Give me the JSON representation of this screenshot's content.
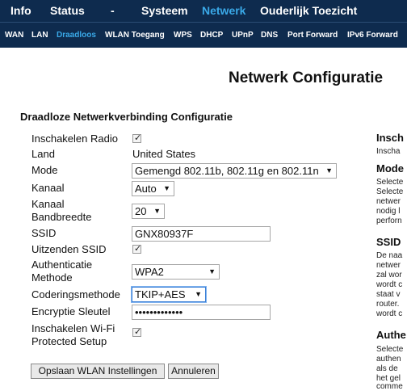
{
  "topnav": {
    "items": [
      "Info",
      "Status",
      "-",
      "Systeem",
      "Netwerk",
      "Ouderlijk Toezicht"
    ]
  },
  "subnav": {
    "items": [
      "WAN",
      "LAN",
      "Draadloos",
      "WLAN Toegang",
      "WPS",
      "DHCP",
      "UPnP",
      "DNS",
      "Port Forward",
      "IPv6 Forward"
    ]
  },
  "page_title": "Netwerk Configuratie",
  "section_title": "Draadloze Netwerkverbinding Configuratie",
  "form": {
    "radio_label": "Inschakelen Radio",
    "land_label": "Land",
    "land_value": "United States",
    "mode_label": "Mode",
    "mode_value": "Gemengd 802.11b, 802.11g en 802.11n",
    "kanaal_label": "Kanaal",
    "kanaal_value": "Auto",
    "bandbreedte_label_1": "Kanaal",
    "bandbreedte_label_2": "Bandbreedte",
    "bandbreedte_value": "20",
    "ssid_label": "SSID",
    "ssid_value": "GNX80937F",
    "uitzenden_label": "Uitzenden SSID",
    "auth_label_1": "Authenticatie",
    "auth_label_2": "Methode",
    "auth_value": "WPA2",
    "codering_label": "Coderingsmethode",
    "codering_value": "TKIP+AES",
    "sleutel_label": "Encryptie Sleutel",
    "sleutel_value": "•••••••••••••",
    "wps_label_1": "Inschakelen Wi-Fi",
    "wps_label_2": "Protected Setup"
  },
  "buttons": {
    "save": "Opslaan WLAN Instellingen",
    "cancel": "Annuleren"
  },
  "sidebar": {
    "h1": "Insch",
    "t1": "Inscha",
    "h2": "Mode",
    "t2": [
      "Selecte",
      "Selecte",
      "netwer",
      "nodig l",
      "perforn"
    ],
    "h3": "SSID",
    "t3": [
      "De naa",
      "netwer",
      "zal wor",
      "wordt c",
      "staat v",
      "router.",
      "wordt c"
    ],
    "h4": "Authe",
    "t4": [
      "Selecte",
      "authen",
      "als de",
      "het gel",
      "comme"
    ]
  },
  "icons": {
    "checkbox": "checkmark-icon",
    "dropdown": "triangle-down-icon"
  },
  "colors": {
    "nav_background": "#0e2b4e",
    "nav_active": "#3aa9e8",
    "focus_border": "#3a7fd6"
  }
}
